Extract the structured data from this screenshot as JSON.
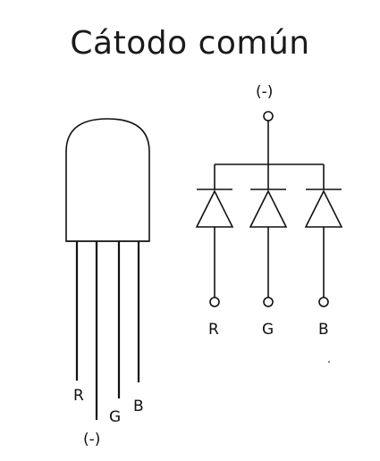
{
  "title": "Cátodo común",
  "led_labels": {
    "r": "R",
    "g": "G",
    "b": "B",
    "common": "(-)"
  },
  "schematic_labels": {
    "common": "(-)",
    "r": "R",
    "g": "G",
    "b": "B"
  }
}
